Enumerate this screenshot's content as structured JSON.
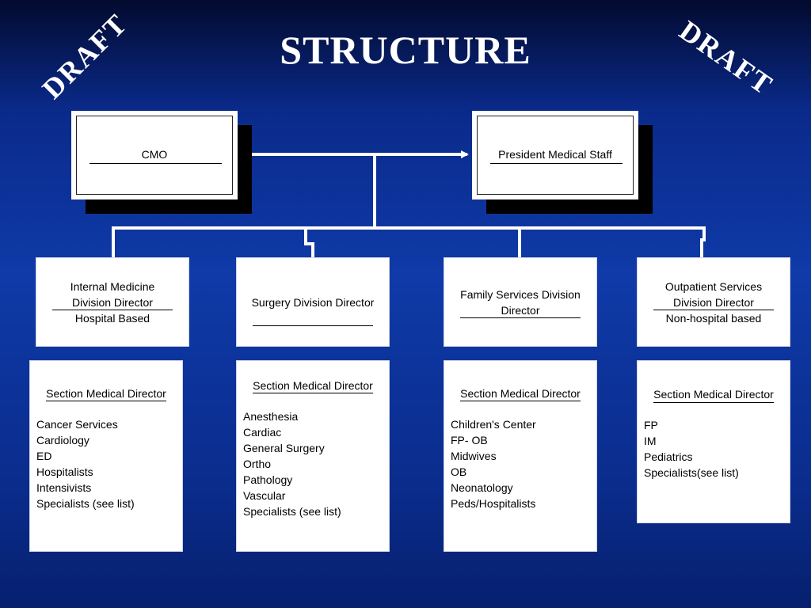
{
  "title": "STRUCTURE",
  "watermark": {
    "left": "DRAFT",
    "right": "DRAFT"
  },
  "top": {
    "cmo": "CMO",
    "president": "President Medical Staff"
  },
  "directors": [
    {
      "line1": "Internal Medicine",
      "line2": "Division Director",
      "line3": "Hospital Based"
    },
    {
      "line1": "Surgery Division Director"
    },
    {
      "line1": "Family Services Division",
      "line2": "Director"
    },
    {
      "line1": "Outpatient Services",
      "line2": "Division Director",
      "line3": "Non-hospital based"
    }
  ],
  "sections": [
    {
      "header": "Section Medical Director",
      "items": [
        "Cancer Services",
        "Cardiology",
        "ED",
        "Hospitalists",
        "Intensivists",
        "Specialists (see list)"
      ]
    },
    {
      "header": "Section Medical Director",
      "items": [
        "Anesthesia",
        "Cardiac",
        "General Surgery",
        "Ortho",
        "Pathology",
        "Vascular",
        "Specialists (see list)"
      ]
    },
    {
      "header": "Section Medical Director",
      "items": [
        "Children's Center",
        "FP- OB",
        "Midwives",
        "OB",
        "Neonatology",
        "Peds/Hospitalists"
      ]
    },
    {
      "header": "Section Medical Director",
      "items": [
        "FP",
        "IM",
        "Pediatrics",
        "Specialists(see list)"
      ]
    }
  ],
  "colors": {
    "background": "#0f3aa8",
    "lines": "#ffffff",
    "shadow": "#000000"
  }
}
